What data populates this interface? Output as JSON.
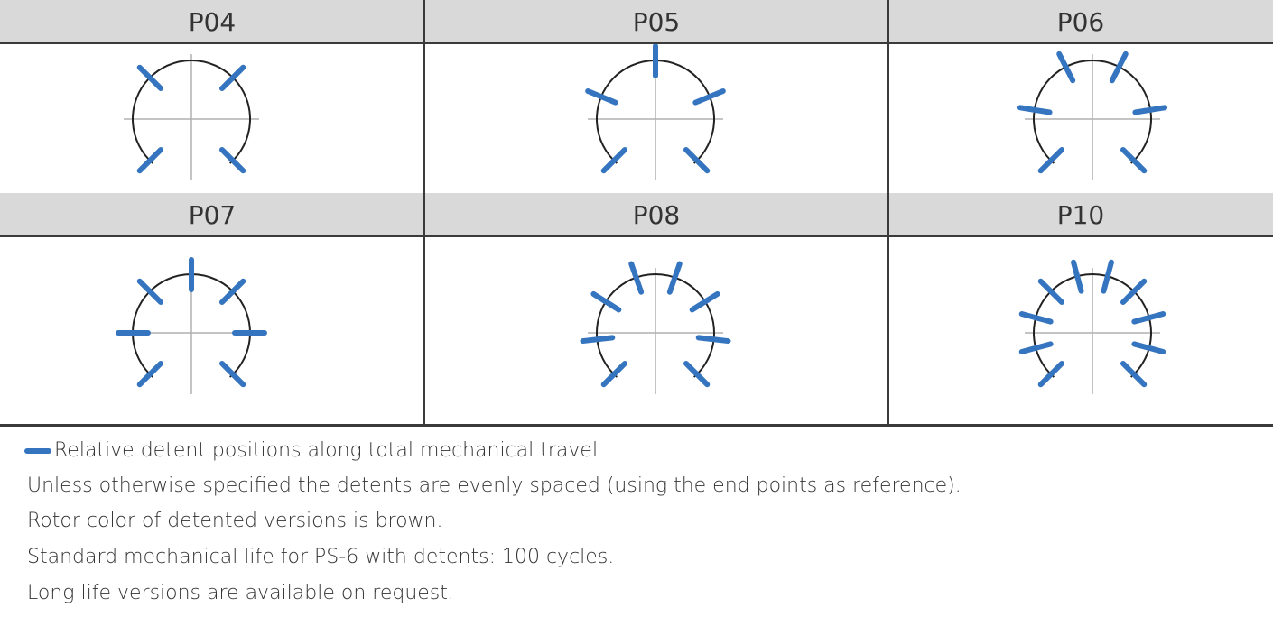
{
  "colors": {
    "detent": "#3575c0",
    "arc": "#222222",
    "axis": "#b0b0b0",
    "header_bg": "#d9d9d9"
  },
  "diagrams": [
    {
      "label": "P04",
      "detents": 4
    },
    {
      "label": "P05",
      "detents": 5
    },
    {
      "label": "P06",
      "detents": 6
    },
    {
      "label": "P07",
      "detents": 7
    },
    {
      "label": "P08",
      "detents": 8
    },
    {
      "label": "P10",
      "detents": 10
    }
  ],
  "travel_degrees": 270,
  "legend": {
    "text": "Relative detent positions along total mechanical travel"
  },
  "notes": [
    "Unless otherwise specified the detents are evenly spaced (using the end points as reference).",
    "Rotor color of detented versions is brown.",
    "Standard mechanical life for PS-6 with detents: 100 cycles.",
    "Long life versions are available on request."
  ]
}
